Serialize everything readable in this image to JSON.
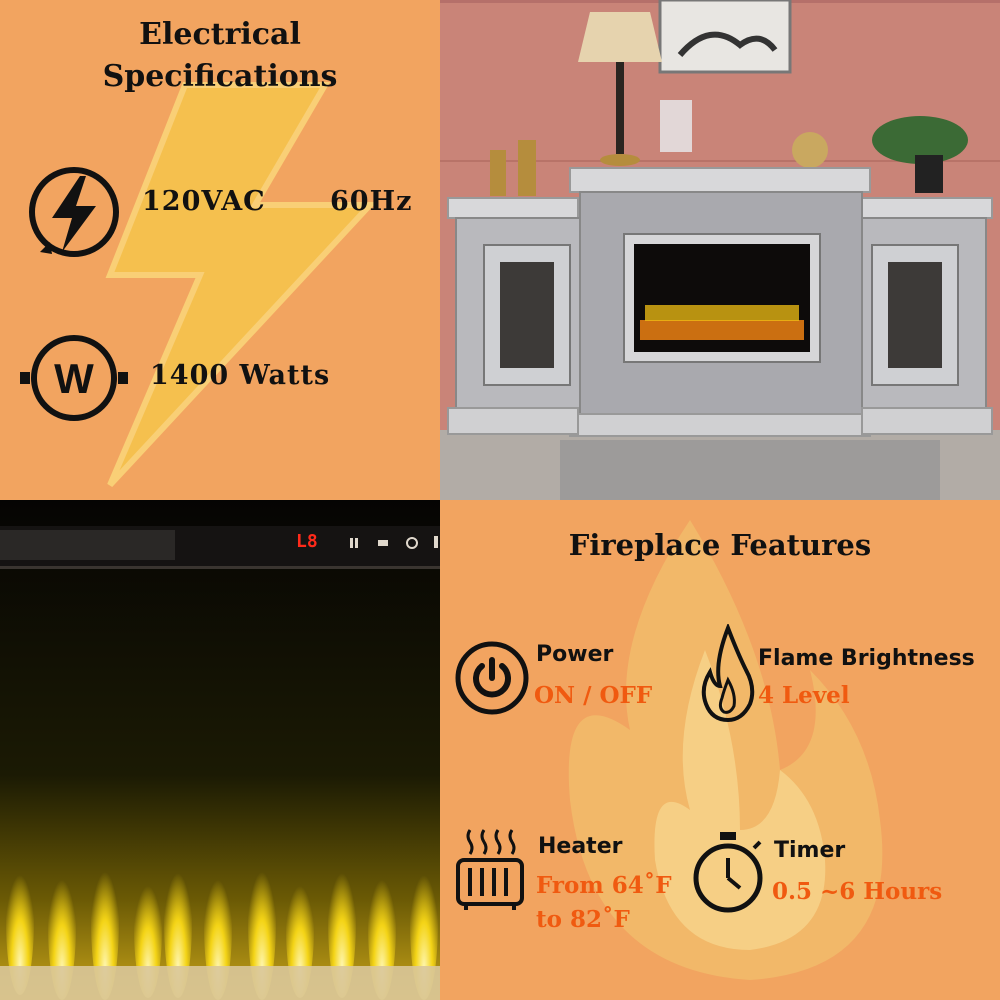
{
  "electrical": {
    "title_line1": "Electrical",
    "title_line2": "Specifications",
    "voltage": "120VAC",
    "frequency": "60Hz",
    "wattage": "1400 Watts",
    "icons": [
      "lightning-bolt-icon",
      "watt-meter-icon"
    ]
  },
  "features": {
    "title": "Fireplace Features",
    "items": [
      {
        "label": "Power",
        "value": "ON / OFF",
        "icon": "power-icon"
      },
      {
        "label": "Flame Brightness",
        "value": "4 Level",
        "icon": "flame-icon"
      },
      {
        "label": "Heater",
        "value_line1": "From 64˚F",
        "value_line2": "to 82˚F",
        "icon": "heater-icon"
      },
      {
        "label": "Timer",
        "value": "0.5 ~6 Hours",
        "icon": "stopwatch-icon"
      }
    ]
  },
  "control_panel": {
    "display": "L8"
  },
  "colors": {
    "background": "#f2a460",
    "accent": "#f05a10",
    "text": "#111111"
  }
}
